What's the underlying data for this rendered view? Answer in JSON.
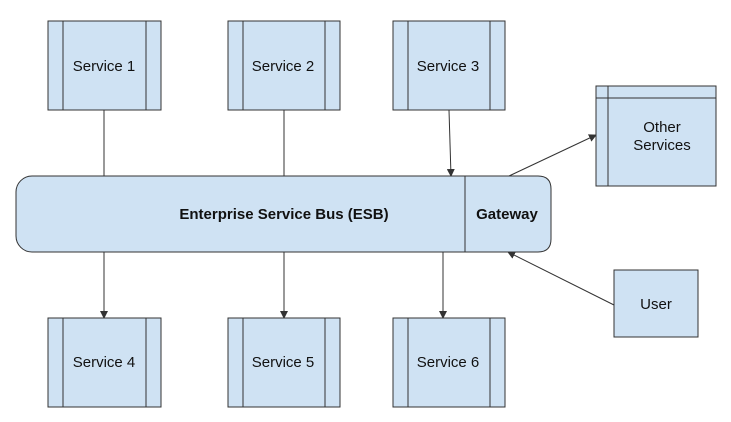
{
  "colors": {
    "box_fill": "#cfe2f3",
    "stroke": "#333333",
    "background": "#ffffff"
  },
  "diagram": {
    "esb": {
      "label": "Enterprise Service Bus (ESB)"
    },
    "gateway": {
      "label": "Gateway"
    },
    "services_top": [
      {
        "label": "Service 1"
      },
      {
        "label": "Service 2"
      },
      {
        "label": "Service 3"
      }
    ],
    "services_bottom": [
      {
        "label": "Service 4"
      },
      {
        "label": "Service 5"
      },
      {
        "label": "Service 6"
      }
    ],
    "other_services": {
      "label_line1": "Other",
      "label_line2": "Services"
    },
    "user": {
      "label": "User"
    }
  }
}
